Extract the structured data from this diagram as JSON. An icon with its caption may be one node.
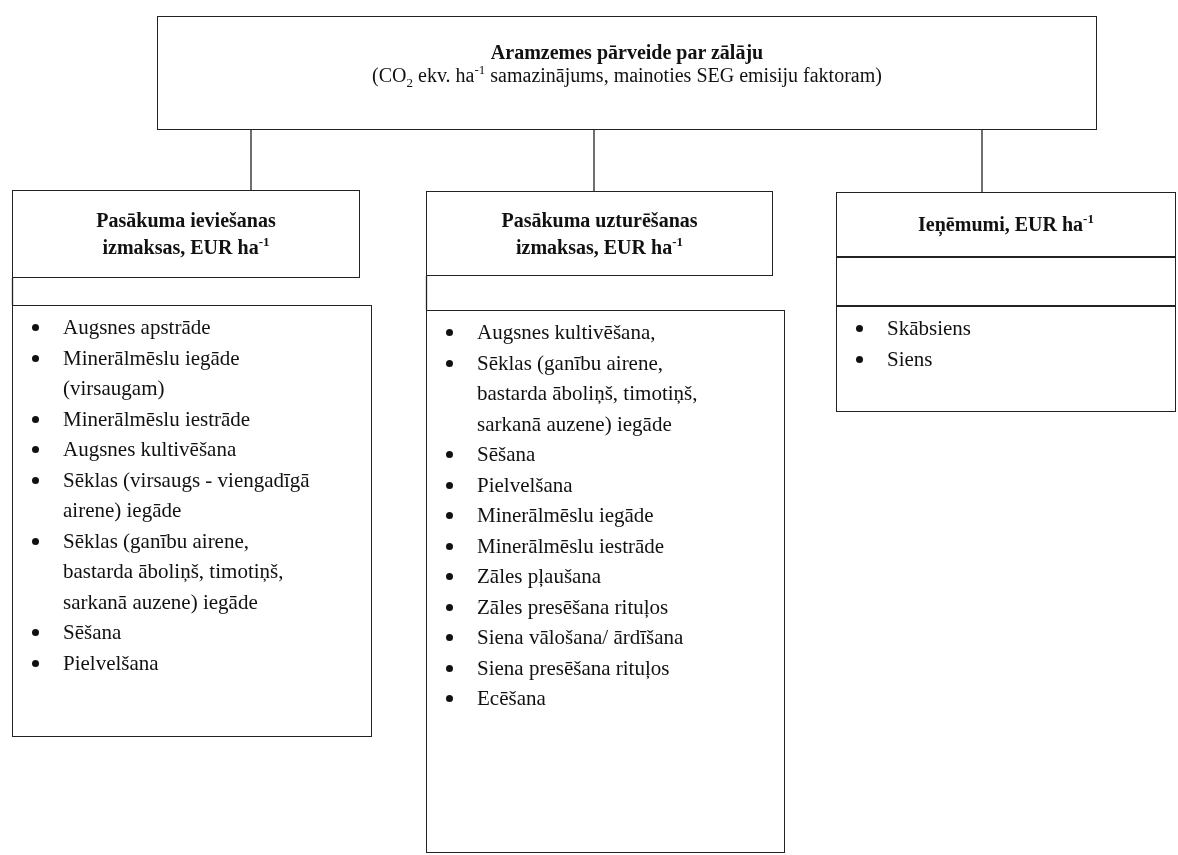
{
  "diagram": {
    "nodes": [
      {
        "text": [
          "Aramzemes pārveide par zālāju",
          "(CO$_{2}$ ekv. ha$^{-1}$ samazinājums, mainoties SEG emisiju faktoram)"
        ]
      },
      {
        "text": [
          "Pasākuma ieviešanas izmaksas, EUR ha$^{-1}$"
        ]
      },
      {
        "text": [
          "Augsnes apstrāde",
          "Minerālmēslu iegāde (virsaugam)",
          "Minerālmēslu iestrāde",
          "Augsnes kultivēšana",
          "Sēklas (virsaugs - viengadīgā airene) iegāde",
          "Sēklas (ganību airene, bastarda āboliņš, timotiņš, sarkanā auzene) iegāde",
          "Sēšana",
          "Pielvelšana"
        ]
      },
      {
        "text": [
          "Pasākuma uzturēšanas izmaksas, EUR ha$^{-1}$"
        ]
      },
      {
        "text": [
          "Augsnes kultivēšana,",
          "Sēklas (ganību airene, bastarda āboliņš, timotiņš, sarkanā auzene) iegāde",
          "Sēšana",
          "Pielvelšana",
          "Minerālmēslu iegāde",
          "Minerālmēslu iestrāde",
          "Zāles pļaušana",
          "Zāles presēšana rituļos",
          "Siena vālošana/ ārdīšana",
          "Siena presēšana rituļos",
          "Ecēšana"
        ]
      },
      {
        "text": [
          "Ieņēmumi, EUR ha$^{-1}$"
        ]
      },
      {
        "text": [],
        "shape": "box"
      },
      {
        "text": [
          "Skābsiens",
          "Siens"
        ]
      }
    ],
    "edges": [
      {
        "from": 0,
        "to": 1,
        "arrow": "none"
      },
      {
        "from": 0,
        "to": 3,
        "arrow": "none"
      },
      {
        "from": 0,
        "to": 5,
        "arrow": "none"
      }
    ]
  }
}
